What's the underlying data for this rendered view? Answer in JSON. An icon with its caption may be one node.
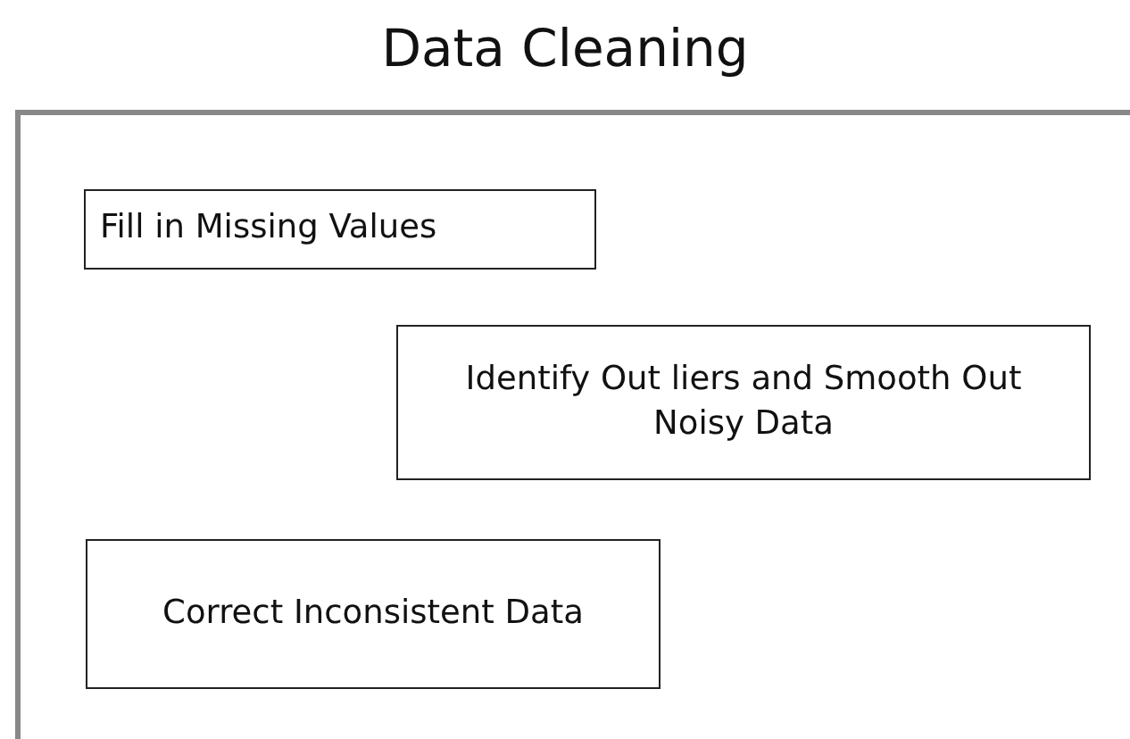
{
  "diagram": {
    "title": "Data Cleaning",
    "nodes": [
      {
        "text": [
          "Fill in Missing Values"
        ]
      },
      {
        "text": [
          "Identify Out liers and Smooth Out Noisy Data"
        ]
      },
      {
        "text": [
          "Correct Inconsistent Data"
        ]
      }
    ]
  }
}
